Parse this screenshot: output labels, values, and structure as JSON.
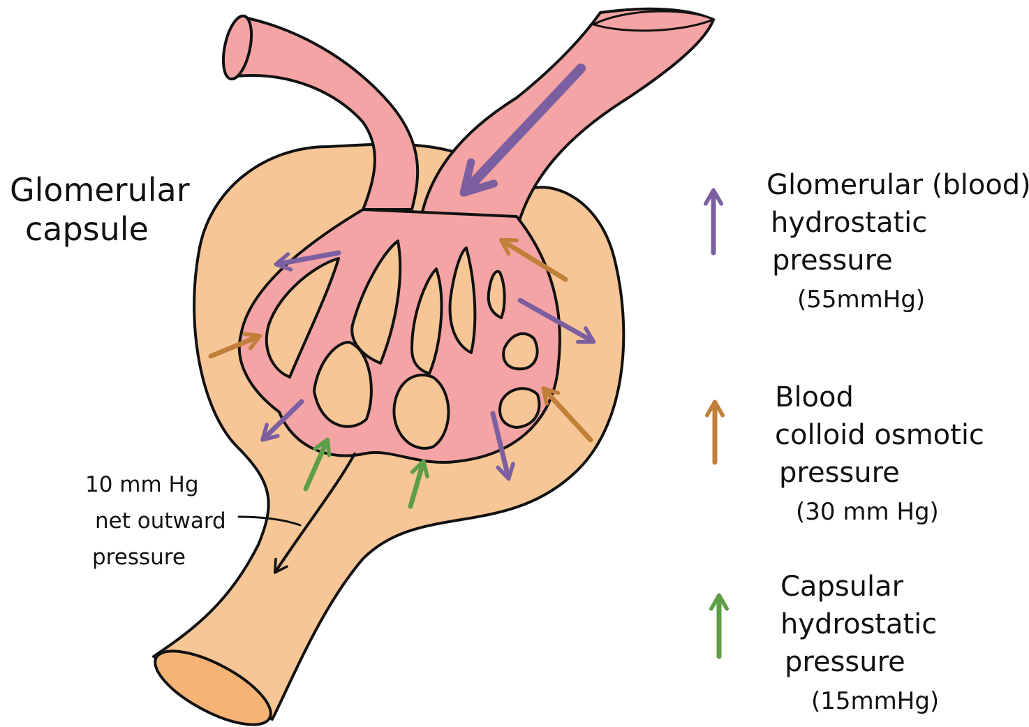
{
  "labels": {
    "capsule_line1": "Glomerular",
    "capsule_line2": "capsule",
    "net_line1": "10 mm Hg",
    "net_line2": "net outward",
    "net_line3": "pressure"
  },
  "legend": [
    {
      "line1": "Glomerular (blood)",
      "line2": "hydrostatic",
      "line3": "pressure",
      "line4": "(55mmHg)",
      "color": "#7b5fa0",
      "icon": "up-arrow-icon"
    },
    {
      "line1": "Blood",
      "line2": "colloid osmotic",
      "line3": "pressure",
      "line4": "(30 mm Hg)",
      "color": "#c0803a",
      "icon": "up-arrow-icon"
    },
    {
      "line1": "Capsular",
      "line2": "hydrostatic",
      "line3": "pressure",
      "line4": "(15mmHg)",
      "color": "#5d9e46",
      "icon": "up-arrow-icon"
    }
  ],
  "colors": {
    "capsule": "#f7c696",
    "capsule_opening": "#f5b476",
    "vessel": "#f4a4a4",
    "outline": "#111111",
    "purple": "#7b5fa0",
    "orange": "#c0803a",
    "green": "#5d9e46"
  }
}
